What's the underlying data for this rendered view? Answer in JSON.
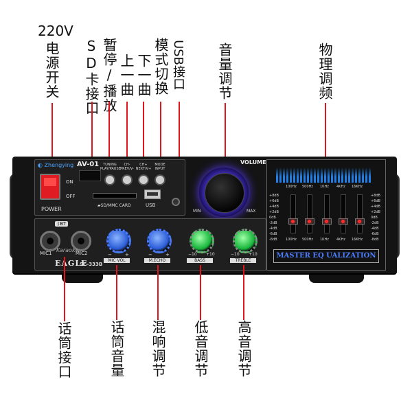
{
  "callouts_top": {
    "power": {
      "voltage": "220V",
      "label": "电源开关"
    },
    "sd": "SD卡接口",
    "pause": "暂停/播放",
    "prev": "上一曲",
    "next": "下一曲",
    "mode": "模式切换",
    "usb": "USB接口",
    "volume": "音量调节",
    "eq": "物理调频"
  },
  "callouts_bottom": {
    "mic_jack": "话筒接口",
    "mic_vol": "话筒音量",
    "echo": "混响调节",
    "bass": "低音调节",
    "treble": "高音调节"
  },
  "device": {
    "brand": "Zhengying",
    "model": "AV-01",
    "power_on": "ON",
    "power_off": "OFF",
    "power_label": "POWER",
    "buttons": [
      "TUNING PLAY/PAUSE",
      "CH- PREV/V-",
      "CH+ NEXT/V+",
      "MODE INPUT"
    ],
    "sd_label": "SD/MMC CARD",
    "usb_label": "USB",
    "volume_label": "VOLUME",
    "vol_min": "MIN",
    "vol_max": "MAX",
    "bt_label": "BT",
    "mic1": "MIC1",
    "mic2": "MIC2",
    "karaoke": "Karaoke",
    "eagle": "EAGLE",
    "sc": "SC-333B",
    "knobs": [
      {
        "label": "MIC VOL",
        "minus": "−",
        "plus": "+"
      },
      {
        "label": "M.ECHO",
        "minus": "−",
        "plus": "+"
      },
      {
        "label": "BASS",
        "minus": "−10",
        "plus": "+10"
      },
      {
        "label": "TREBLE",
        "minus": "−10",
        "plus": "+10"
      }
    ],
    "eq_freqs": [
      "100Hz",
      "500Hz",
      "1KHz",
      "4KHz",
      "16KHz"
    ],
    "eq_db": [
      "+8dB",
      "+6dB",
      "+4dB",
      "+2dB",
      "0dB",
      "-2dB",
      "-4dB",
      "-6dB",
      "-8dB"
    ],
    "eq_title": "MASTER EQ UALIZATION"
  }
}
